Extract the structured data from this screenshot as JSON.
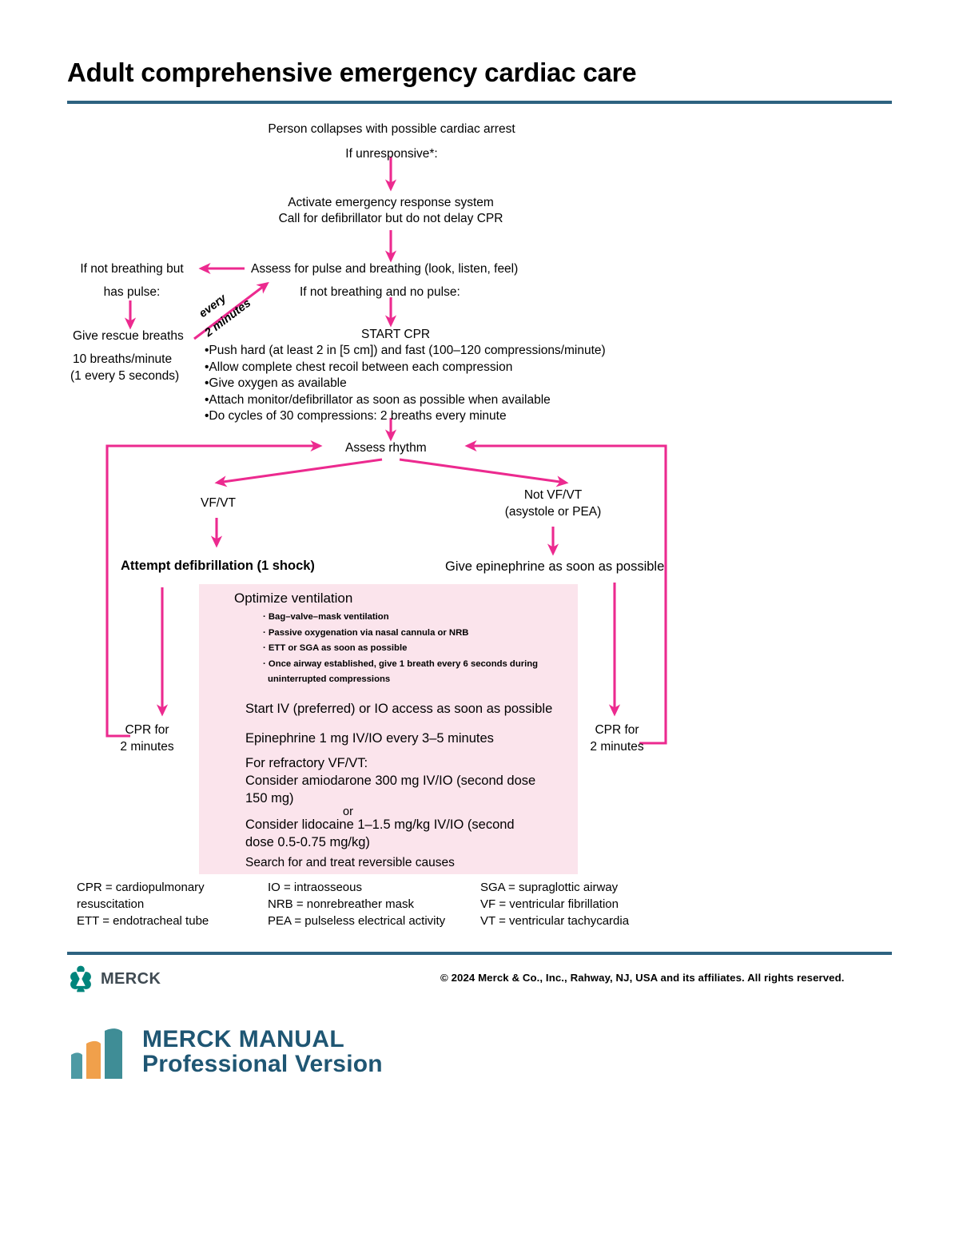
{
  "header": {
    "title": "Adult comprehensive emergency cardiac care",
    "rule_color": "#2d6280"
  },
  "colors": {
    "arrow": "#ec2a8f",
    "panel_bg": "#fbe4ec",
    "rule": "#2d6280",
    "merck_teal": "#00857c",
    "mm_blue": "#1f5673",
    "mm_orange": "#f0a04b",
    "mm_teal": "#4d9aa4"
  },
  "flow": {
    "start_line1": "Person collapses with possible cardiac arrest",
    "start_line2": "If unresponsive*:",
    "activate_line1": "Activate emergency response system",
    "activate_line2": "Call for defibrillator but do not delay CPR",
    "assess_pulse": "Assess for pulse and breathing (look, listen, feel)",
    "branch_left_line1": "If not breathing but",
    "branch_left_line2": "has pulse:",
    "branch_right": "If not breathing and no pulse:",
    "rescue_breaths": "Give rescue breaths",
    "rescue_rate_line1": "10 breaths/minute",
    "rescue_rate_line2": "(1 every 5 seconds)",
    "loop_label_line1": "every",
    "loop_label_line2": "2 minutes",
    "start_cpr": "START CPR",
    "cpr_bullets": [
      "•Push hard (at least 2 in [5 cm]) and fast (100–120 compressions/minute)",
      "•Allow complete chest recoil between each compression",
      "•Give oxygen as available",
      "•Attach monitor/defibrillator as soon as possible when available",
      "•Do cycles of 30 compressions: 2 breaths every minute"
    ],
    "assess_rhythm": "Assess rhythm",
    "vf_vt": "VF/VT",
    "not_vf_vt_line1": "Not VF/VT",
    "not_vf_vt_line2": "(asystole or PEA)",
    "defibrillation": "Attempt defibrillation (1 shock)",
    "epinephrine_asap": "Give epinephrine as soon as possible",
    "cpr_loop_left_line1": "CPR for",
    "cpr_loop_left_line2": "2 minutes",
    "cpr_loop_right_line1": "CPR for",
    "cpr_loop_right_line2": "2 minutes"
  },
  "panel": {
    "title": "Optimize ventilation",
    "bullets": [
      "· Bag–valve–mask ventilation",
      "· Passive oxygenation via nasal cannula or NRB",
      "· ETT or SGA as soon as possible",
      "· Once airway established, give 1 breath every 6 seconds during"
    ],
    "bullet_continuation": "uninterrupted compressions",
    "iv_access": "Start IV (preferred) or IO access as soon as possible",
    "epinephrine_dose": "Epinephrine 1 mg IV/IO every 3–5 minutes",
    "refractory_label": "For refractory VF/VT:",
    "amiodarone_line1": "Consider amiodarone 300 mg IV/IO (second dose",
    "amiodarone_line2": "150 mg)",
    "or": "or",
    "lidocaine_line1": "Consider lidocaine 1–1.5 mg/kg IV/IO (second",
    "lidocaine_line2": "dose 0.5-0.75 mg/kg)",
    "reversible_causes": "Search for and treat reversible causes"
  },
  "legend": {
    "col1": [
      "CPR = cardiopulmonary",
      "resuscitation",
      "ETT = endotracheal tube"
    ],
    "col2": [
      "IO = intraosseous",
      "NRB = nonrebreather mask",
      "PEA =  pulseless electrical activity"
    ],
    "col3": [
      "SGA = supraglottic airway",
      "VF =  ventricular fibrillation",
      "VT =  ventricular tachycardia"
    ]
  },
  "footer": {
    "merck_wordmark": "MERCK",
    "copyright": "© 2024 Merck & Co., Inc., Rahway, NJ, USA and its affiliates. All rights reserved.",
    "manual_line1": "MERCK MANUAL",
    "manual_line2": "Professional Version"
  }
}
